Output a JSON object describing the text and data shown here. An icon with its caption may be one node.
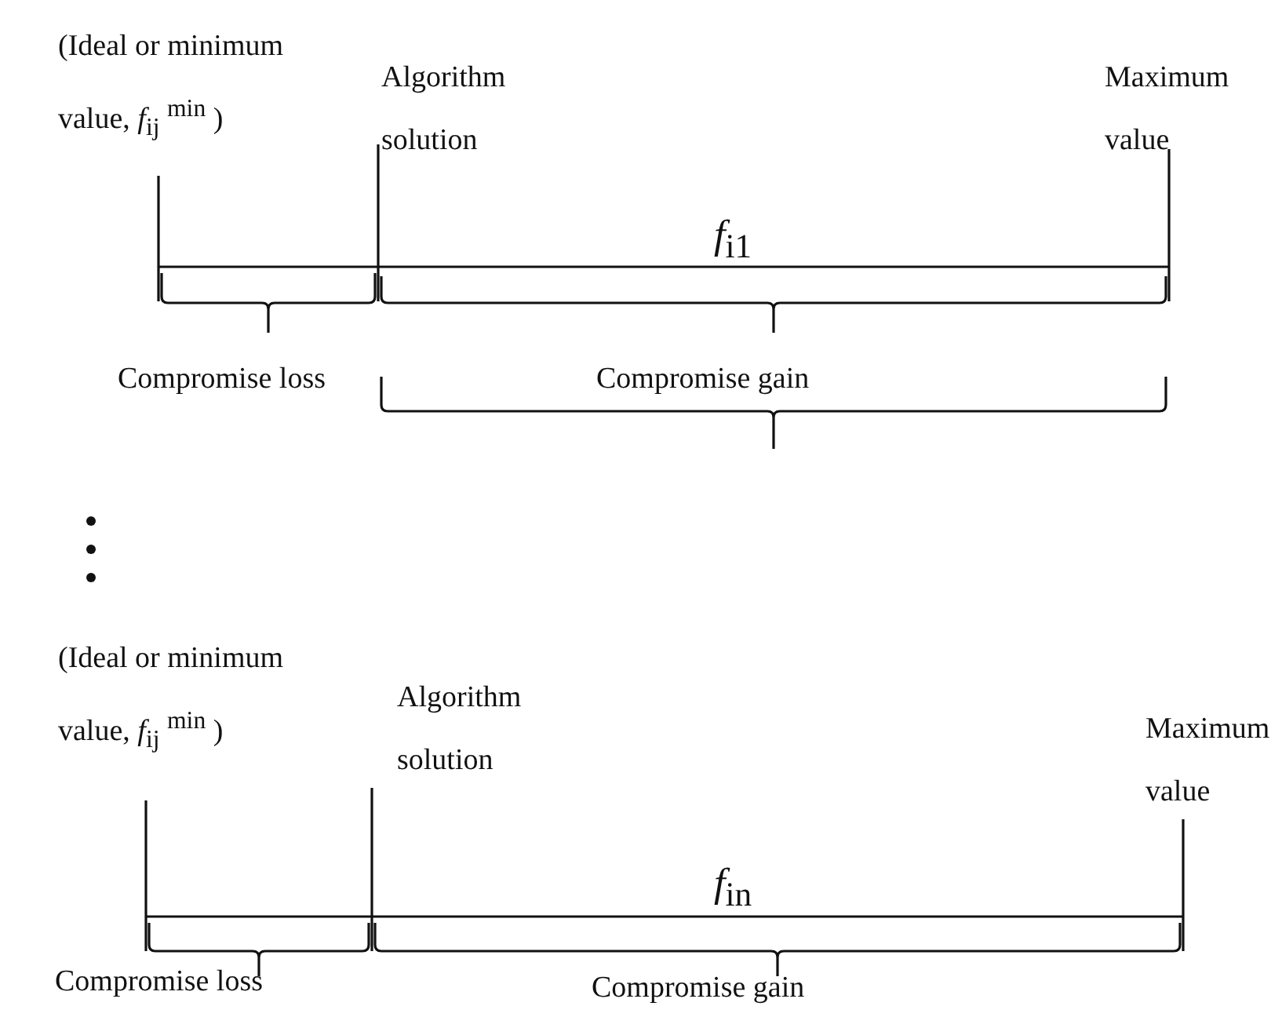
{
  "diagram": {
    "labels": [
      "(Ideal or minimum value, *f*$_{ij}$ $^{min}$ )",
      "Algorithm solution",
      "Maximum value",
      "*f*$_{i1}$",
      "Compromise loss",
      "Compromise gain",
      "(Ideal or minimum value, *f*$_{ij}$ $^{min}$ )",
      "Algorithm solution",
      "Maximum value",
      "*f*$_{in}$",
      "Compromise loss",
      "Compromise gain"
    ]
  }
}
